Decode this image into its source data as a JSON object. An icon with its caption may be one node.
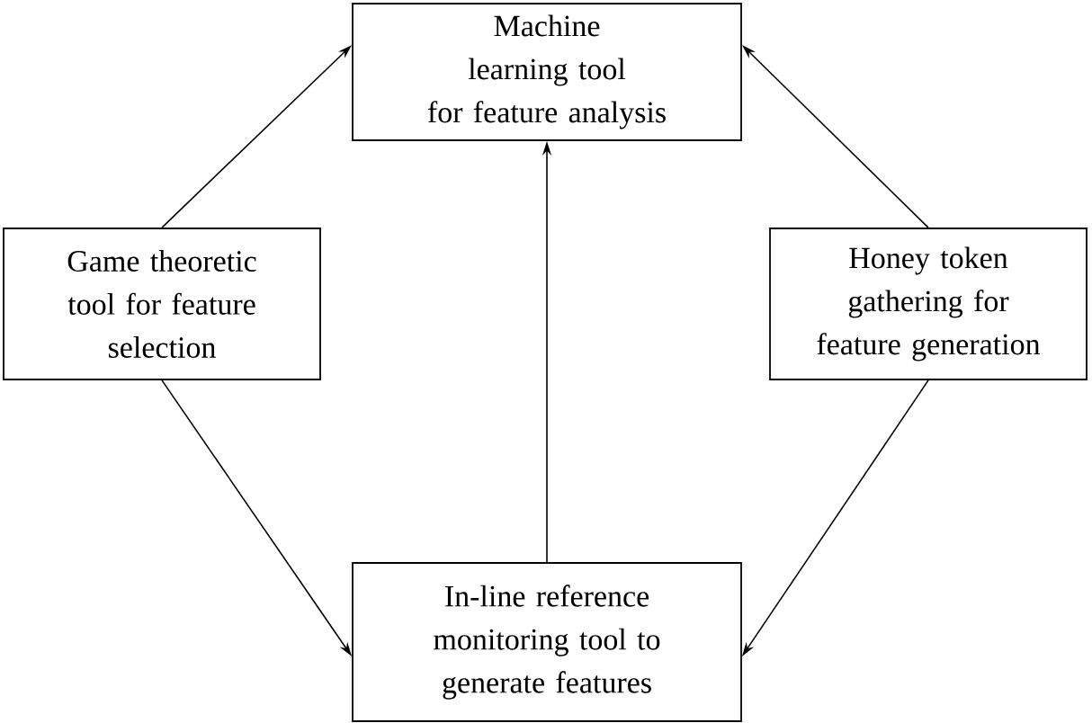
{
  "diagram": {
    "nodes": [
      {
        "text": [
          "Machine learning tool for feature analysis"
        ]
      },
      {
        "text": [
          "Game theoretic tool for feature selection"
        ]
      },
      {
        "text": [
          "Honey token gathering for feature generation"
        ]
      },
      {
        "text": [
          "In-line reference monitoring tool to generate features"
        ]
      }
    ],
    "edges": [
      {
        "from": 1,
        "to": 0,
        "arrow": "to"
      },
      {
        "from": 2,
        "to": 0,
        "arrow": "to"
      },
      {
        "from": 3,
        "to": 0,
        "arrow": "to"
      },
      {
        "from": 1,
        "to": 3,
        "arrow": "to"
      },
      {
        "from": 2,
        "to": 3,
        "arrow": "to"
      }
    ]
  }
}
